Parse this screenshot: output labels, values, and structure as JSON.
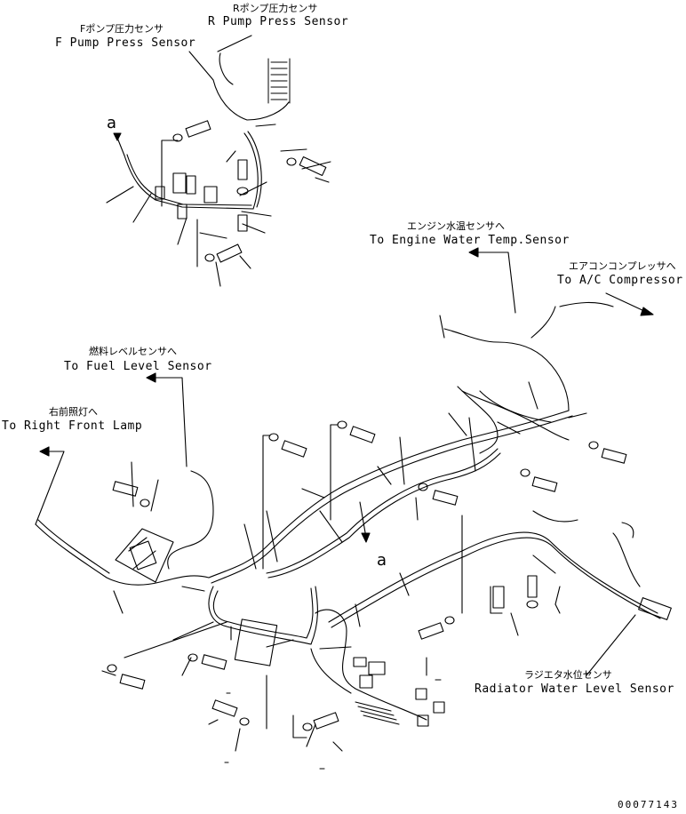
{
  "labels": {
    "r_pump_jp": "Rポンプ圧力センサ",
    "r_pump_en": "R Pump Press Sensor",
    "f_pump_jp": "Fポンプ圧力センサ",
    "f_pump_en": "F Pump Press Sensor",
    "engine_water_jp": "エンジン水温センサへ",
    "engine_water_en": "To Engine Water Temp.Sensor",
    "ac_comp_jp": "エアコンコンプレッサへ",
    "ac_comp_en": "To A/C Compressor",
    "fuel_level_jp": "燃料レベルセンサへ",
    "fuel_level_en": "To Fuel Level Sensor",
    "right_lamp_jp": "右前照灯へ",
    "right_lamp_en": "To Right Front Lamp",
    "radiator_jp": "ラジエタ水位センサ",
    "radiator_en": "Radiator Water Level Sensor"
  },
  "marks": {
    "a_top": "a",
    "a_mid": "a"
  },
  "drawing_code": "00077143"
}
